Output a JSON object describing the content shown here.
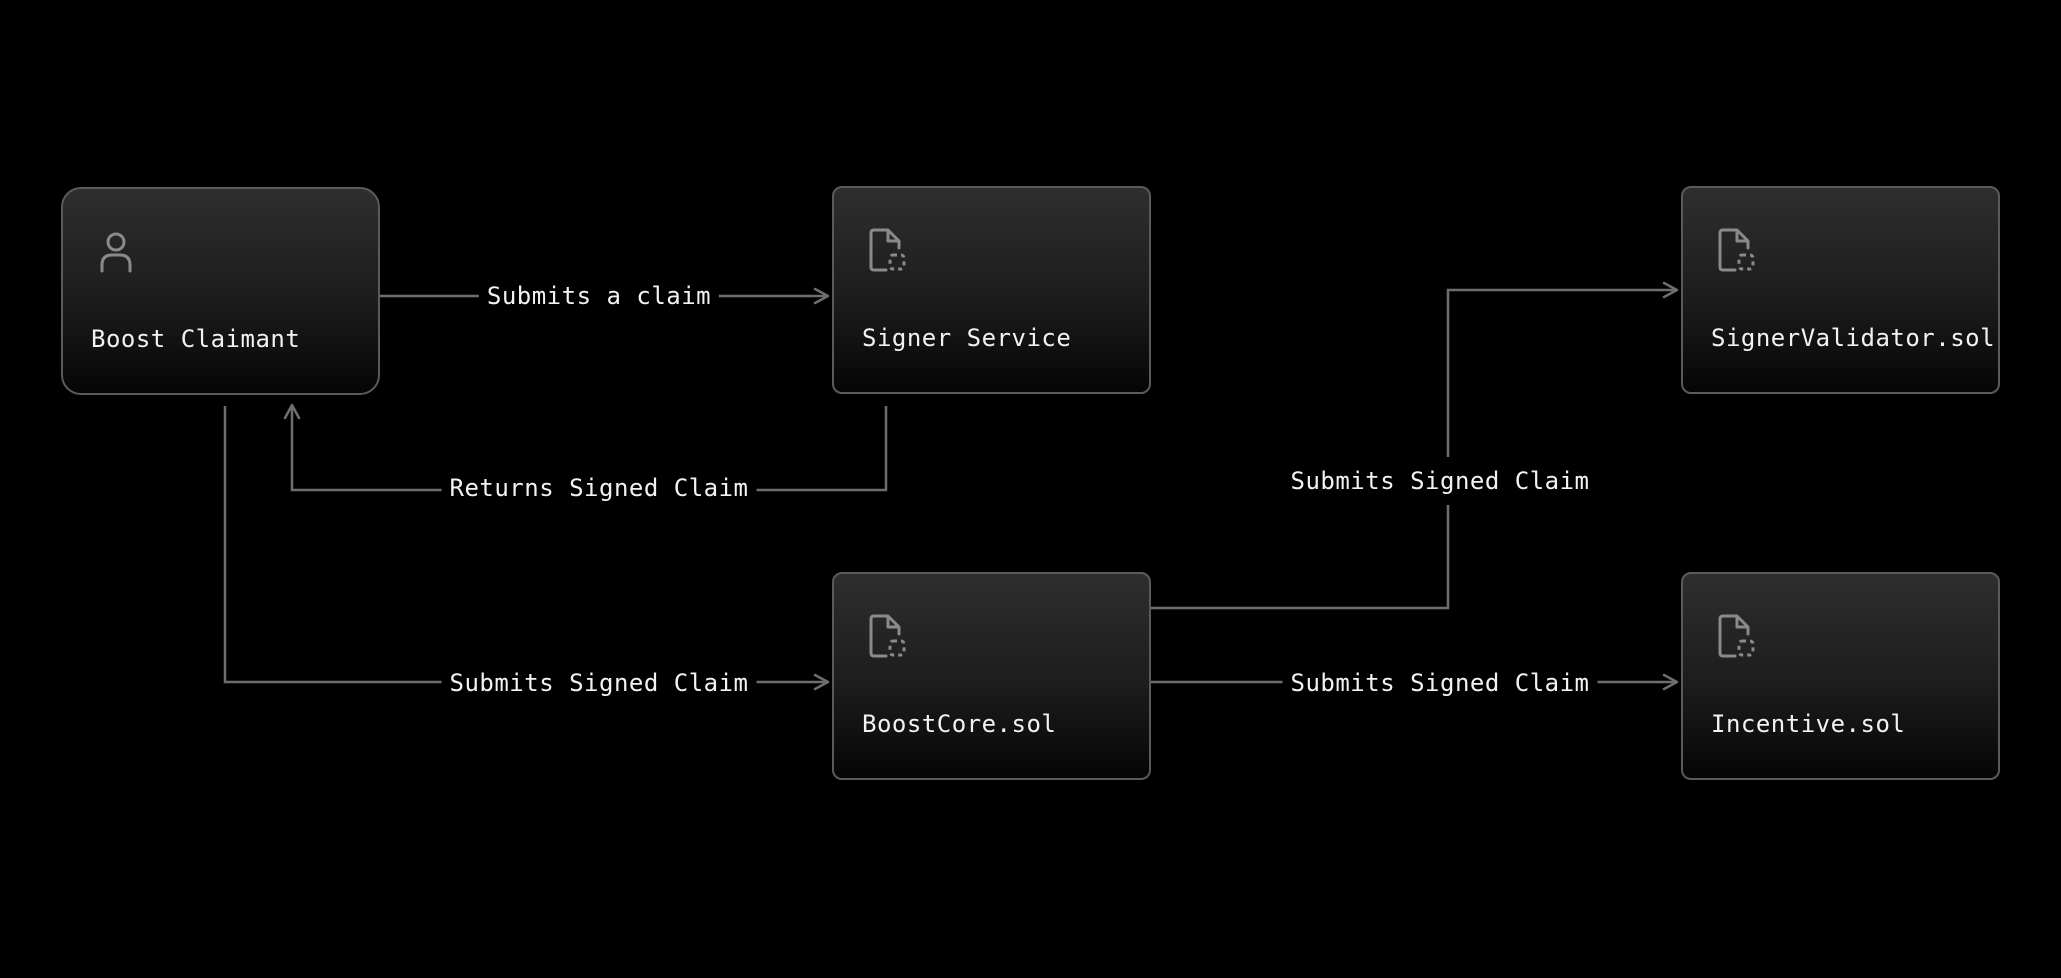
{
  "diagram": {
    "nodes": [
      {
        "id": "claimant",
        "label": "Boost Claimant",
        "icon": "user-icon"
      },
      {
        "id": "signer",
        "label": "Signer Service",
        "icon": "contract-file-icon"
      },
      {
        "id": "validator",
        "label": "SignerValidator.sol",
        "icon": "contract-file-icon"
      },
      {
        "id": "core",
        "label": "BoostCore.sol",
        "icon": "contract-file-icon"
      },
      {
        "id": "incentive",
        "label": "Incentive.sol",
        "icon": "contract-file-icon"
      }
    ],
    "edges": [
      {
        "from": "claimant",
        "to": "signer",
        "label": "Submits a claim"
      },
      {
        "from": "signer",
        "to": "claimant",
        "label": "Returns Signed Claim"
      },
      {
        "from": "claimant",
        "to": "core",
        "label": "Submits Signed Claim"
      },
      {
        "from": "core",
        "to": "validator",
        "label": "Submits Signed Claim"
      },
      {
        "from": "core",
        "to": "incentive",
        "label": "Submits Signed Claim"
      }
    ],
    "colors": {
      "background": "#000000",
      "line": "#6e6e6e",
      "node_border": "#5a5a5a",
      "icon": "#8a8a8a",
      "text": "#f2f2f2"
    }
  }
}
